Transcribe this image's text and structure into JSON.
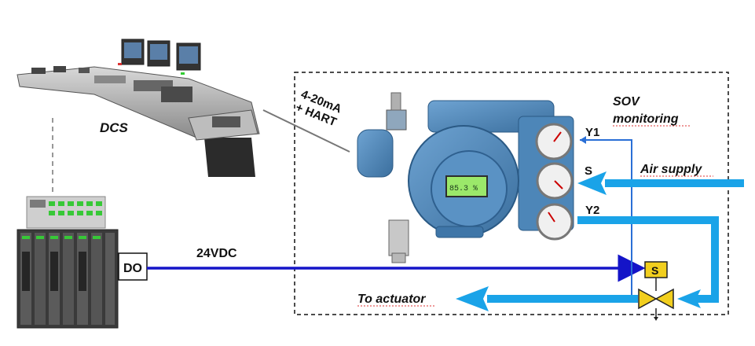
{
  "labels": {
    "dcs": "DCS",
    "signal_line1": "4-20mA",
    "signal_line2": "+ HART",
    "sov_line1": "SOV",
    "sov_line2": "monitoring",
    "port_y1": "Y1",
    "port_s": "S",
    "port_y2": "Y2",
    "air_supply": "Air supply",
    "voltage": "24VDC",
    "do_box": "DO",
    "solenoid": "S",
    "to_actuator": "To actuator",
    "positioner_display": "85.3 %"
  },
  "colors": {
    "air_line": "#1aa3e8",
    "signal_line": "#1414c8",
    "thin_line": "#2a6fd6",
    "solenoid": "#f2cf1e",
    "positioner_body": "#4d86b8",
    "display": "#9be86a"
  }
}
